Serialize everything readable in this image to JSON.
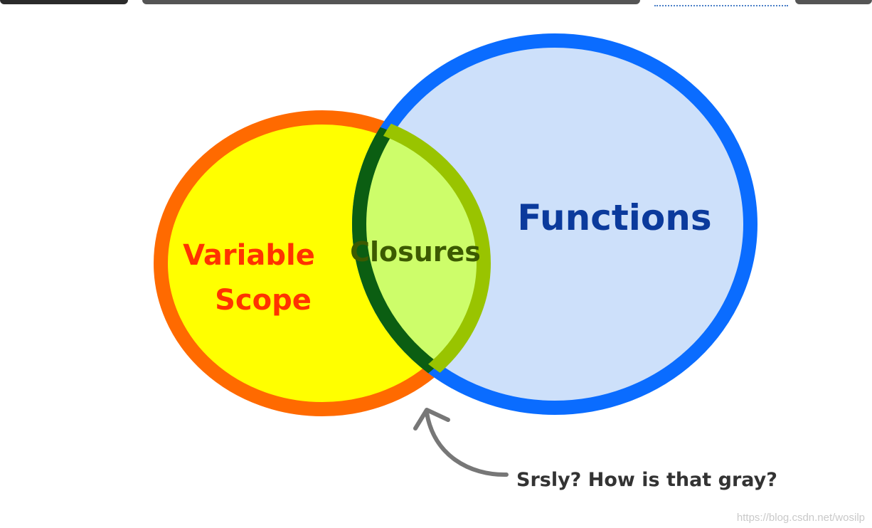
{
  "diagram": {
    "left_circle_label_line1": "Variable",
    "left_circle_label_line2": "Scope",
    "right_circle_label": "Functions",
    "intersection_label": "Closures",
    "annotation": "Srsly? How is that gray?"
  },
  "watermark": "https://blog.csdn.net/wosilp",
  "colors": {
    "left_fill": "#ffff00",
    "left_stroke": "#ff6a00",
    "right_fill": "#cde0fa",
    "right_stroke": "#0a6cff",
    "intersection_fill": "#cdfd6a",
    "intersection_stroke_light": "#99c400",
    "intersection_stroke_dark": "#0b5e12",
    "left_text": "#ff3300",
    "right_text": "#0b3a9c",
    "intersection_text": "#3c5a00",
    "annotation_text": "#333333",
    "arrow": "#777777"
  }
}
